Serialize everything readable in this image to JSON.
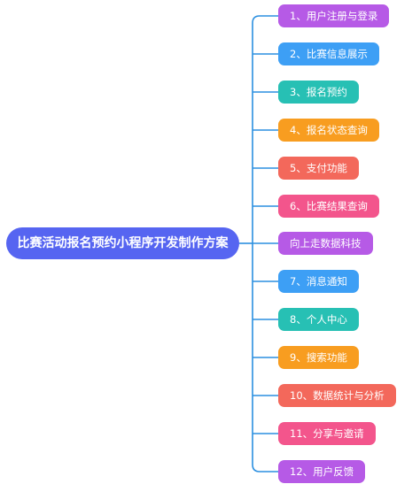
{
  "root": {
    "label": "比赛活动报名预约小程序开发制作方案",
    "color": "#5665f1"
  },
  "branches": [
    {
      "label": "1、用户注册与登录",
      "color": "#b65ae6"
    },
    {
      "label": "2、比赛信息展示",
      "color": "#3d9ff5"
    },
    {
      "label": "3、报名预约",
      "color": "#27c0b4"
    },
    {
      "label": "4、报名状态查询",
      "color": "#f89d20"
    },
    {
      "label": "5、支付功能",
      "color": "#f3685b"
    },
    {
      "label": "6、比赛结果查询",
      "color": "#f3558c"
    },
    {
      "label": "向上走数据科技",
      "color": "#b65ae6"
    },
    {
      "label": "7、消息通知",
      "color": "#3d9ff5"
    },
    {
      "label": "8、个人中心",
      "color": "#27c0b4"
    },
    {
      "label": "9、搜索功能",
      "color": "#f89d20"
    },
    {
      "label": "10、数据统计与分析",
      "color": "#f3685b"
    },
    {
      "label": "11、分享与邀请",
      "color": "#f3558c"
    },
    {
      "label": "12、用户反馈",
      "color": "#b65ae6"
    }
  ],
  "connector_color": "#2b8fe0"
}
